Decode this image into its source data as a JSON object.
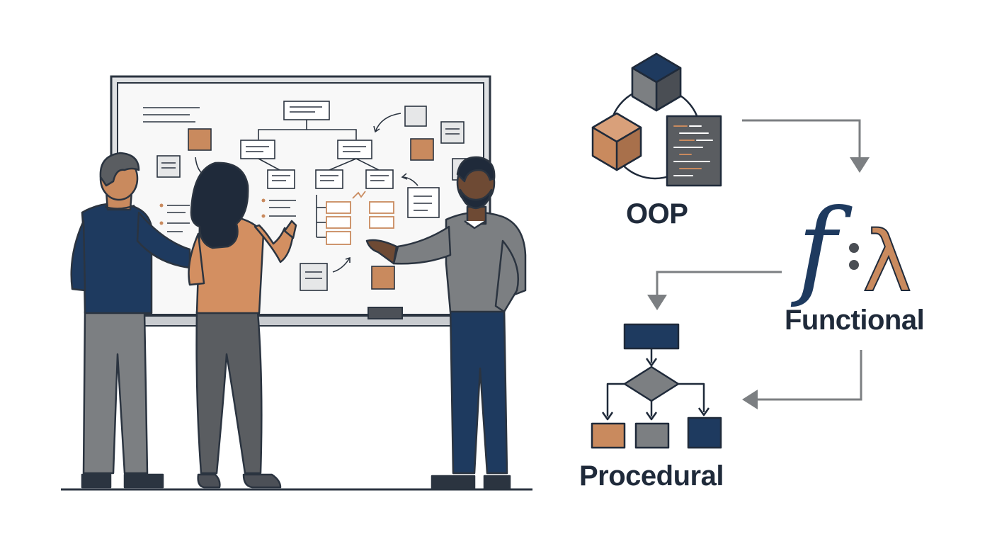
{
  "diagram": {
    "paradigms": [
      {
        "id": "oop",
        "label": "OOP",
        "icon": "cubes-and-code-icon"
      },
      {
        "id": "functional",
        "label": "Functional",
        "icon": "function-lambda-icon"
      },
      {
        "id": "procedural",
        "label": "Procedural",
        "icon": "flowchart-icon"
      }
    ],
    "function_symbol": "f",
    "lambda_symbol": "λ"
  },
  "colors": {
    "navy": "#1e3a5f",
    "orange": "#c98a5e",
    "gray": "#7c7f82",
    "dark_gray": "#5a5d61",
    "line": "#2b3440",
    "board": "#f7f7f7"
  }
}
